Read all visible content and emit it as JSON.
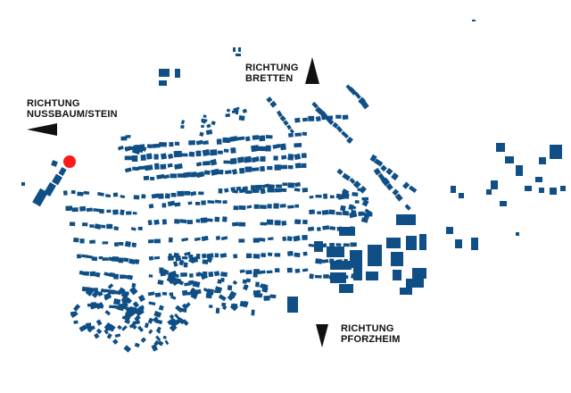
{
  "map": {
    "building_color": "#0f4f86",
    "marker_color": "#ff1a1a",
    "marker_name": "location-marker"
  },
  "directions": {
    "north": {
      "line1": "RICHTUNG",
      "line2": "BRETTEN",
      "arrow": "arrow-up-icon"
    },
    "west": {
      "line1": "RICHTUNG",
      "line2": "NUSSBAUM/STEIN",
      "arrow": "arrow-left-icon"
    },
    "south": {
      "line1": "RICHTUNG",
      "line2": "PFORZHEIM",
      "arrow": "arrow-down-icon"
    }
  }
}
